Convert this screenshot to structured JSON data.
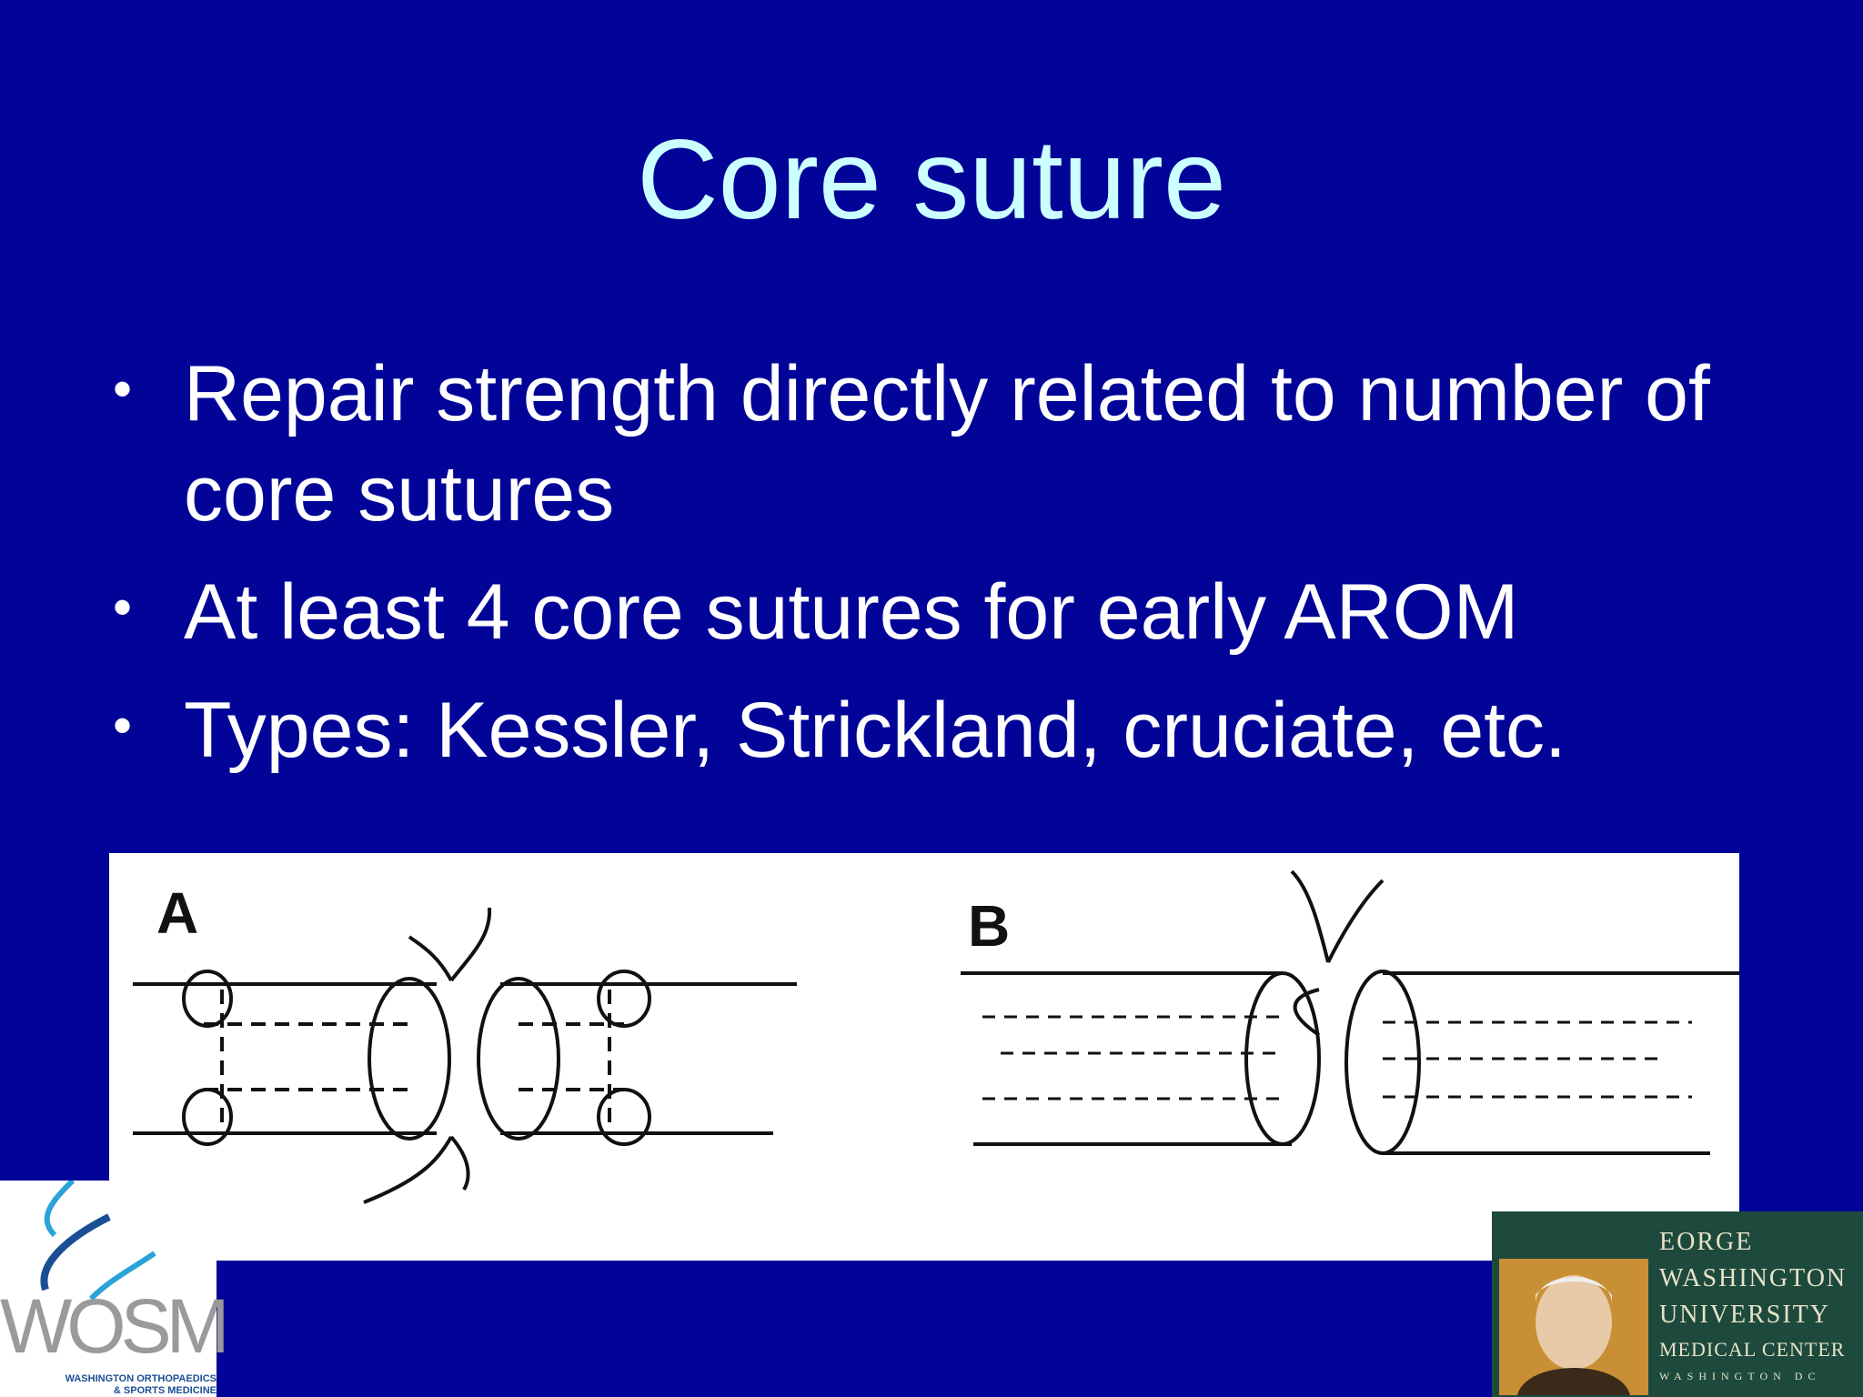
{
  "slide": {
    "title": "Core suture",
    "bullets": [
      {
        "text": "Repair strength directly related to number of core sutures"
      },
      {
        "text": "At least 4 core sutures for early AROM"
      },
      {
        "text": "Types: Kessler, Strickland, cruciate, etc."
      }
    ],
    "bullet_symbol": "•",
    "figure": {
      "panel_a_label": "A",
      "panel_b_label": "B"
    }
  },
  "logos": {
    "wosm": {
      "name": "WOSM",
      "line1": "WASHINGTON ORTHOPAEDICS",
      "line2": "& SPORTS MEDICINE"
    },
    "gw": {
      "line1": "EORGE",
      "line2": "WASHINGTON",
      "line3": "UNIVERSITY",
      "line4": "MEDICAL CENTER",
      "line5": "WASHINGTON DC"
    }
  },
  "colors": {
    "background": "#010497",
    "title": "#ccffff",
    "text": "#ffffff"
  }
}
